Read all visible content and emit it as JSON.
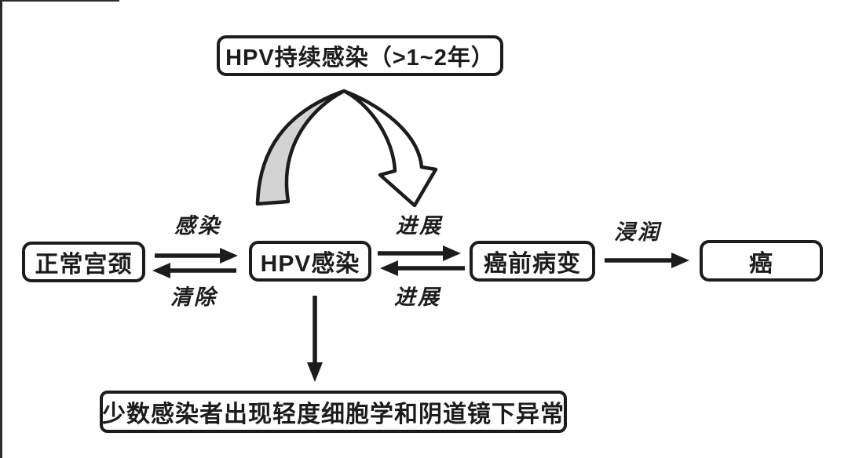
{
  "diagram": {
    "title_box": {
      "label": "HPV持续感染（>1~2年）"
    },
    "nodes": [
      {
        "id": "normal-cervix",
        "label": "正常宫颈"
      },
      {
        "id": "hpv-infection",
        "label": "HPV感染"
      },
      {
        "id": "precancerous-lesion",
        "label": "癌前病变"
      },
      {
        "id": "cancer",
        "label": "癌"
      }
    ],
    "edge_labels": [
      {
        "id": "infect",
        "label": "感染"
      },
      {
        "id": "clear",
        "label": "清除"
      },
      {
        "id": "progress-upper",
        "label": "进展"
      },
      {
        "id": "progress-lower",
        "label": "进展"
      },
      {
        "id": "invade",
        "label": "浸润"
      }
    ],
    "note_box": {
      "label": "少数感染者出现轻度细胞学和阴道镜下异常"
    },
    "colors": {
      "line": "#1c1c1c",
      "arch_fill": "#d3d3d3",
      "background": "#ffffff"
    }
  }
}
